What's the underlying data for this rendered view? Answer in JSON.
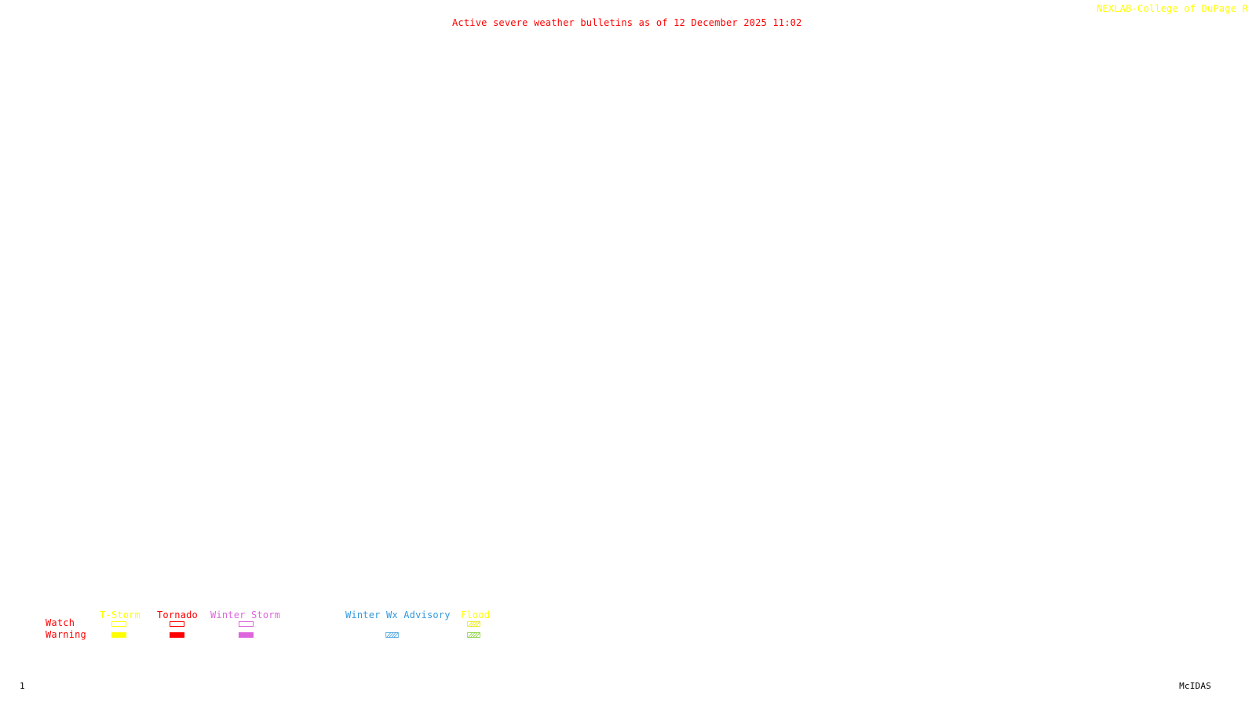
{
  "header": {
    "title": "Active severe weather bulletins as of 12 December 2025 11:02",
    "brand": "NEXLAB-College of DuPage R"
  },
  "legend": {
    "rows": {
      "watch": "Watch",
      "warning": "Warning"
    },
    "columns": [
      {
        "label": "T-Storm",
        "color": "#ffff00",
        "watch": "outline",
        "warning": "filled"
      },
      {
        "label": "Tornado",
        "color": "#ff0000",
        "watch": "outline",
        "warning": "filled"
      },
      {
        "label": "Winter Storm",
        "color": "#dd66dd",
        "watch": "outline",
        "warning": "filled"
      },
      {
        "label": "Winter Wx Advisory",
        "color": "#3399dd",
        "watch": "none",
        "warning": "hatched"
      },
      {
        "label": "Flood",
        "color": "#ffff00",
        "watch": "hatched",
        "warning": "hatched",
        "warning_color": "#77cc22"
      }
    ]
  },
  "footer": {
    "frame_number": "1",
    "software": "McIDAS"
  }
}
